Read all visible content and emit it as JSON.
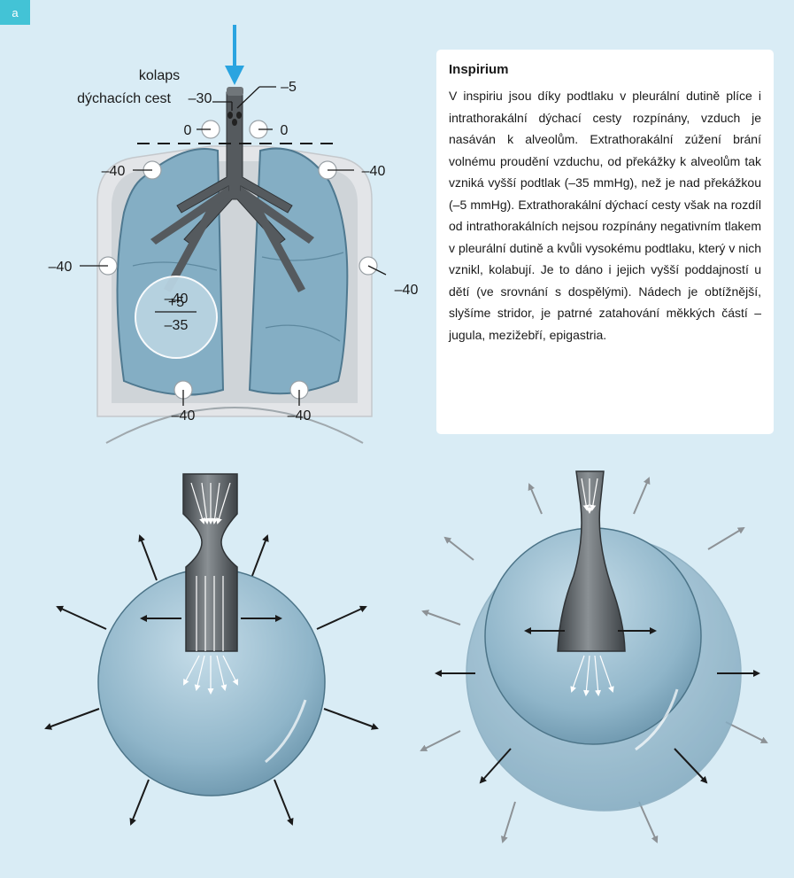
{
  "panel_tag": "a",
  "diagram": {
    "collapse_label_line1": "kolaps",
    "collapse_label_line2": "dýchacích cest",
    "pressure_trachea_left": "–30",
    "pressure_trachea_right": "–5",
    "pressure_outer_left": "0",
    "pressure_outer_right": "0",
    "pressure_pleura_top_left": "–40",
    "pressure_pleura_top_right": "–40",
    "pressure_pleura_mid_left": "–40",
    "pressure_pleura_mid_right": "–40",
    "pressure_bottom_left": "–40",
    "pressure_bottom_right": "–40",
    "calc_line1": "–40",
    "calc_line2": "+5",
    "calc_line3": "–35"
  },
  "text_box": {
    "title": "Inspirium",
    "body": "V inspiriu jsou díky podtlaku v pleurální dutině plíce i intrathorakální dýchací cesty rozpínány, vzduch je nasáván k alveolům. Extrathorakální zúžení brání volnému proudění vzduchu, od překážky k alveolům tak vzniká vyšší podtlak (–35 mmHg), než je nad překážkou (–5 mmHg). Extrathorakální dýchací cesty však na rozdíl od intrathorakálních nejsou rozpínány negativním tlakem v pleurální dutině a kvůli vysokému podtlaku, který v nich vznikl, kolabují. Je to dáno i jejich vyšší poddajností u dětí (ve srovnání s dospělými). Nádech je obtížnější, slyšíme stridor, je patrné zatahování měkkých částí – jugula, mezižebří, epigastria."
  },
  "colors": {
    "background": "#d9ecf5",
    "accent": "#43c3d6",
    "airflow_arrow": "#2aa4e0",
    "lung_fill": "#7ea8bf",
    "airway_fill": "#555a5e",
    "chest_wall": "#e3e5e8"
  }
}
